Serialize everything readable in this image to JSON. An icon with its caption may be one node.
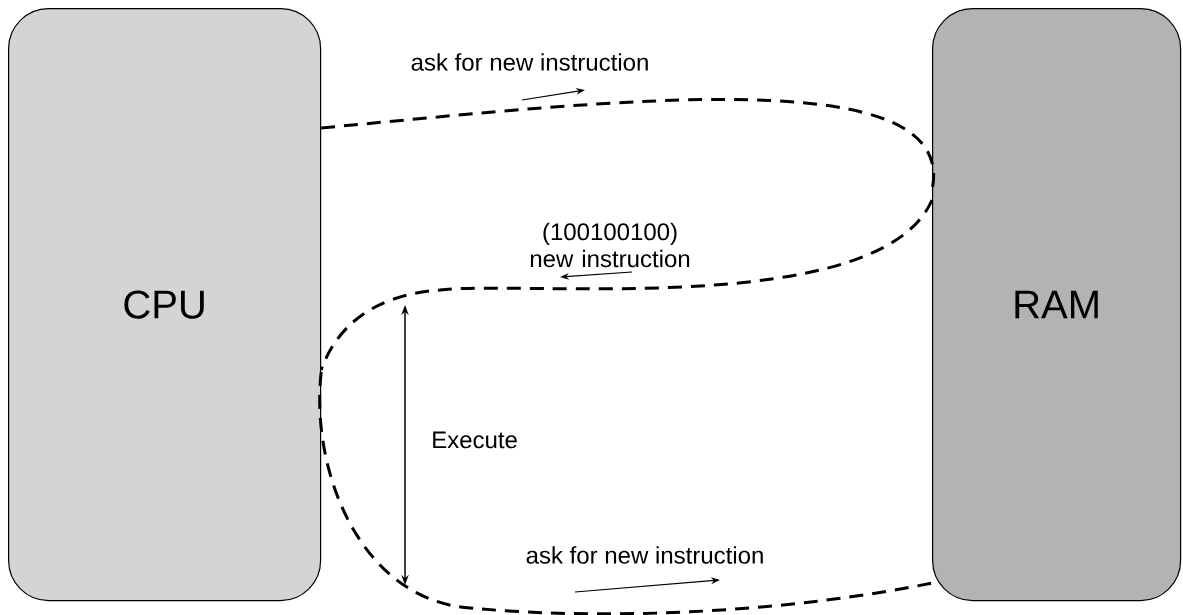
{
  "diagram": {
    "nodes": [
      {
        "text": [
          "CPU"
        ]
      },
      {
        "text": [
          "RAM"
        ]
      }
    ],
    "edges": [
      {
        "from": 0,
        "to": 1,
        "arrow": "none",
        "style": "dashed",
        "label": "ask for new instruction"
      },
      {
        "from": 1,
        "to": 0,
        "arrow": "none",
        "style": "dashed",
        "label": "(100100100) new instruction"
      },
      {
        "from": 0,
        "to": 1,
        "arrow": "none",
        "style": "dashed",
        "label": "ask for new instruction"
      }
    ],
    "labels": [
      "Execute"
    ]
  }
}
